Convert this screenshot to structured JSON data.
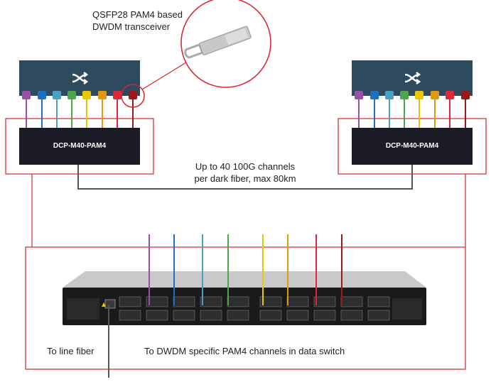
{
  "callout": {
    "line1": "QSFP28 PAM4 based",
    "line2": "DWDM transceiver"
  },
  "left_mux": {
    "label": "DCP-M40-PAM4"
  },
  "right_mux": {
    "label": "DCP-M40-PAM4"
  },
  "fiber_label": {
    "line1": "Up to 40 100G channels",
    "line2": "per dark fiber, max 80km"
  },
  "bottom_labels": {
    "line_fiber": "To line fiber",
    "channels": "To DWDM specific PAM4 channels in data switch"
  },
  "colors": {
    "switch": "#2d4a5e",
    "mux": "#1c1c26",
    "outline": "#d9232e",
    "channels": [
      "#9b4fa8",
      "#1e6fbf",
      "#4aa0c0",
      "#4ea64a",
      "#e8c800",
      "#e09a10",
      "#e0263a",
      "#9a1a1a"
    ]
  },
  "icons": {
    "switch": "shuffle-icon"
  }
}
